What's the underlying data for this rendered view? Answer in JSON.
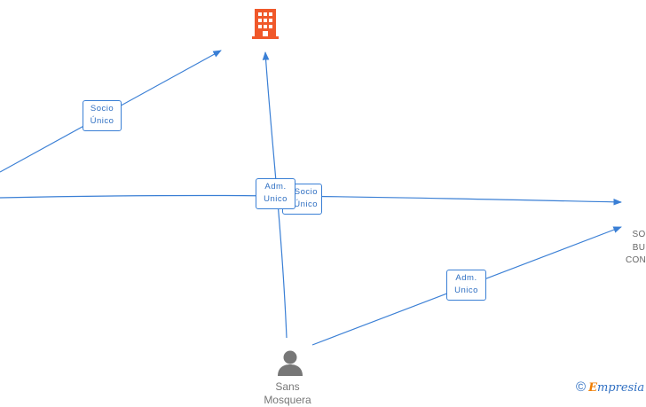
{
  "edge_labels": {
    "socio_unico_top": {
      "line1": "Socio",
      "line2": "Único"
    },
    "socio_unico_center": {
      "line1": "Socio",
      "line2": "Único"
    },
    "adm_unico_center": {
      "line1": "Adm.",
      "line2": "Unico"
    },
    "adm_unico_lower": {
      "line1": "Adm.",
      "line2": "Unico"
    }
  },
  "nodes": {
    "person_name": "Sans Mosquera",
    "right_company": {
      "line1": "SO",
      "line2": "BU",
      "line3": "CONS"
    }
  },
  "colors": {
    "edge": "#3a7fd5",
    "company_icon": "#f0582a",
    "person_icon": "#777777"
  },
  "watermark": {
    "symbol": "©",
    "e": "E",
    "rest": "mpresia"
  }
}
